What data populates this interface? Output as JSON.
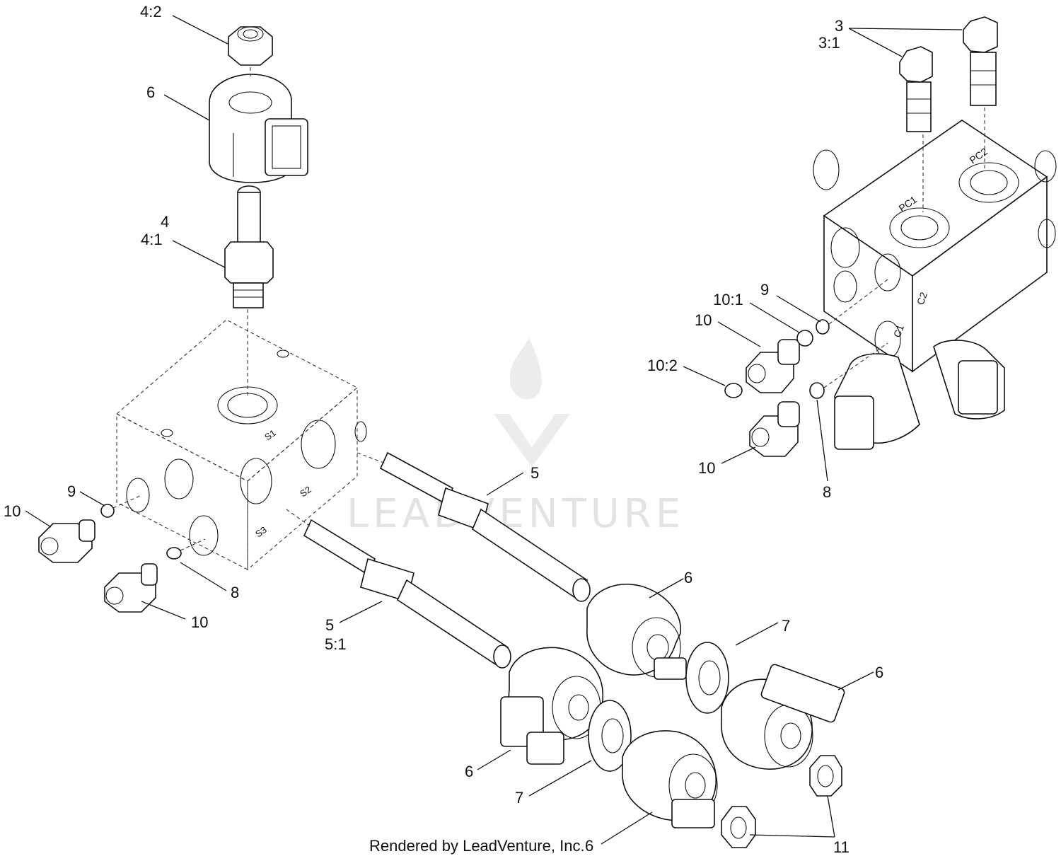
{
  "watermark": "LEADVENTURE",
  "credit": "Rendered by LeadVenture, Inc.",
  "labels": {
    "l_4_2": "4:2",
    "l_6_top": "6",
    "l_4": "4",
    "l_4_1": "4:1",
    "l_3": "3",
    "l_3_1": "3:1",
    "l_9_right": "9",
    "l_10_1": "10:1",
    "l_10_right_a": "10",
    "l_10_2": "10:2",
    "l_10_right_b": "10",
    "l_8_right": "8",
    "l_5_upper": "5",
    "l_9_left": "9",
    "l_10_left_a": "10",
    "l_8_left": "8",
    "l_10_left_b": "10",
    "l_5_lower": "5",
    "l_5_1": "5:1",
    "l_6_mid": "6",
    "l_7_upper": "7",
    "l_6_right": "6",
    "l_6_left": "6",
    "l_7_lower": "7",
    "l_6_bottom": "6",
    "l_11": "11"
  },
  "port_marks": {
    "pc1": "PC1",
    "pc2": "PC2",
    "c1": "C1",
    "c2": "C2",
    "s1": "S1",
    "s2": "S2",
    "s3": "S3"
  }
}
